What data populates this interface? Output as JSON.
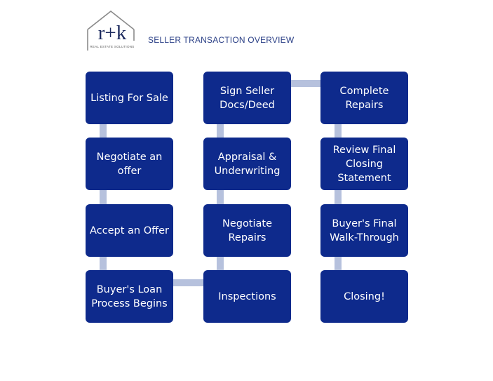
{
  "header": {
    "logo_text": "r+k",
    "logo_subtext": "REAL ESTATE SOLUTIONS",
    "title": "SELLER TRANSACTION OVERVIEW"
  },
  "colors": {
    "box": "#0e2a8c",
    "connector": "#b6c1dd",
    "title": "#2a3f86"
  },
  "steps": [
    {
      "label": "Listing For Sale"
    },
    {
      "label": "Negotiate an offer"
    },
    {
      "label": "Accept an Offer"
    },
    {
      "label": "Buyer's Loan Process Begins"
    },
    {
      "label": "Inspections"
    },
    {
      "label": "Negotiate Repairs"
    },
    {
      "label": "Appraisal & Underwriting"
    },
    {
      "label": "Sign Seller Docs/Deed"
    },
    {
      "label": "Complete Repairs"
    },
    {
      "label": "Review Final Closing Statement"
    },
    {
      "label": "Buyer's Final Walk-Through"
    },
    {
      "label": "Closing!"
    }
  ]
}
